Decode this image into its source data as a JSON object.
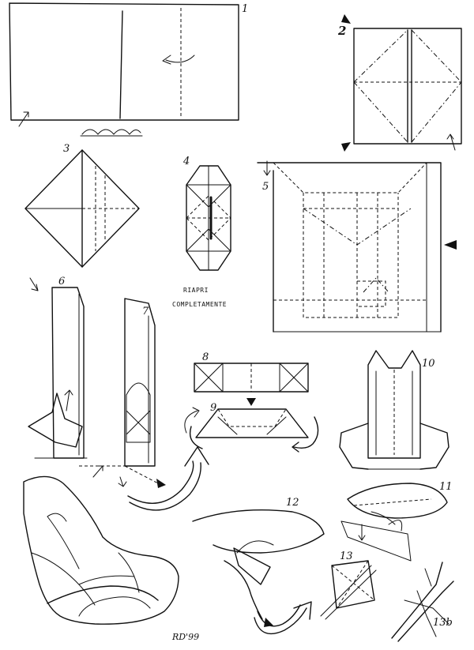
{
  "diagram": {
    "steps": {
      "s1": "1",
      "s2": "2",
      "s3": "3",
      "s4": "4",
      "s5": "5",
      "s6": "6",
      "s7": "7",
      "s8": "8",
      "s9": "9",
      "s10": "10",
      "s11": "11",
      "s12": "12",
      "s13": "13",
      "s13b": "13b"
    },
    "notes": {
      "reopen_line1": "RIAPRI",
      "reopen_line2": "COMPLETAMENTE"
    },
    "signature": "RD'99",
    "colors": {
      "ink": "#111111",
      "paper": "#ffffff"
    }
  }
}
